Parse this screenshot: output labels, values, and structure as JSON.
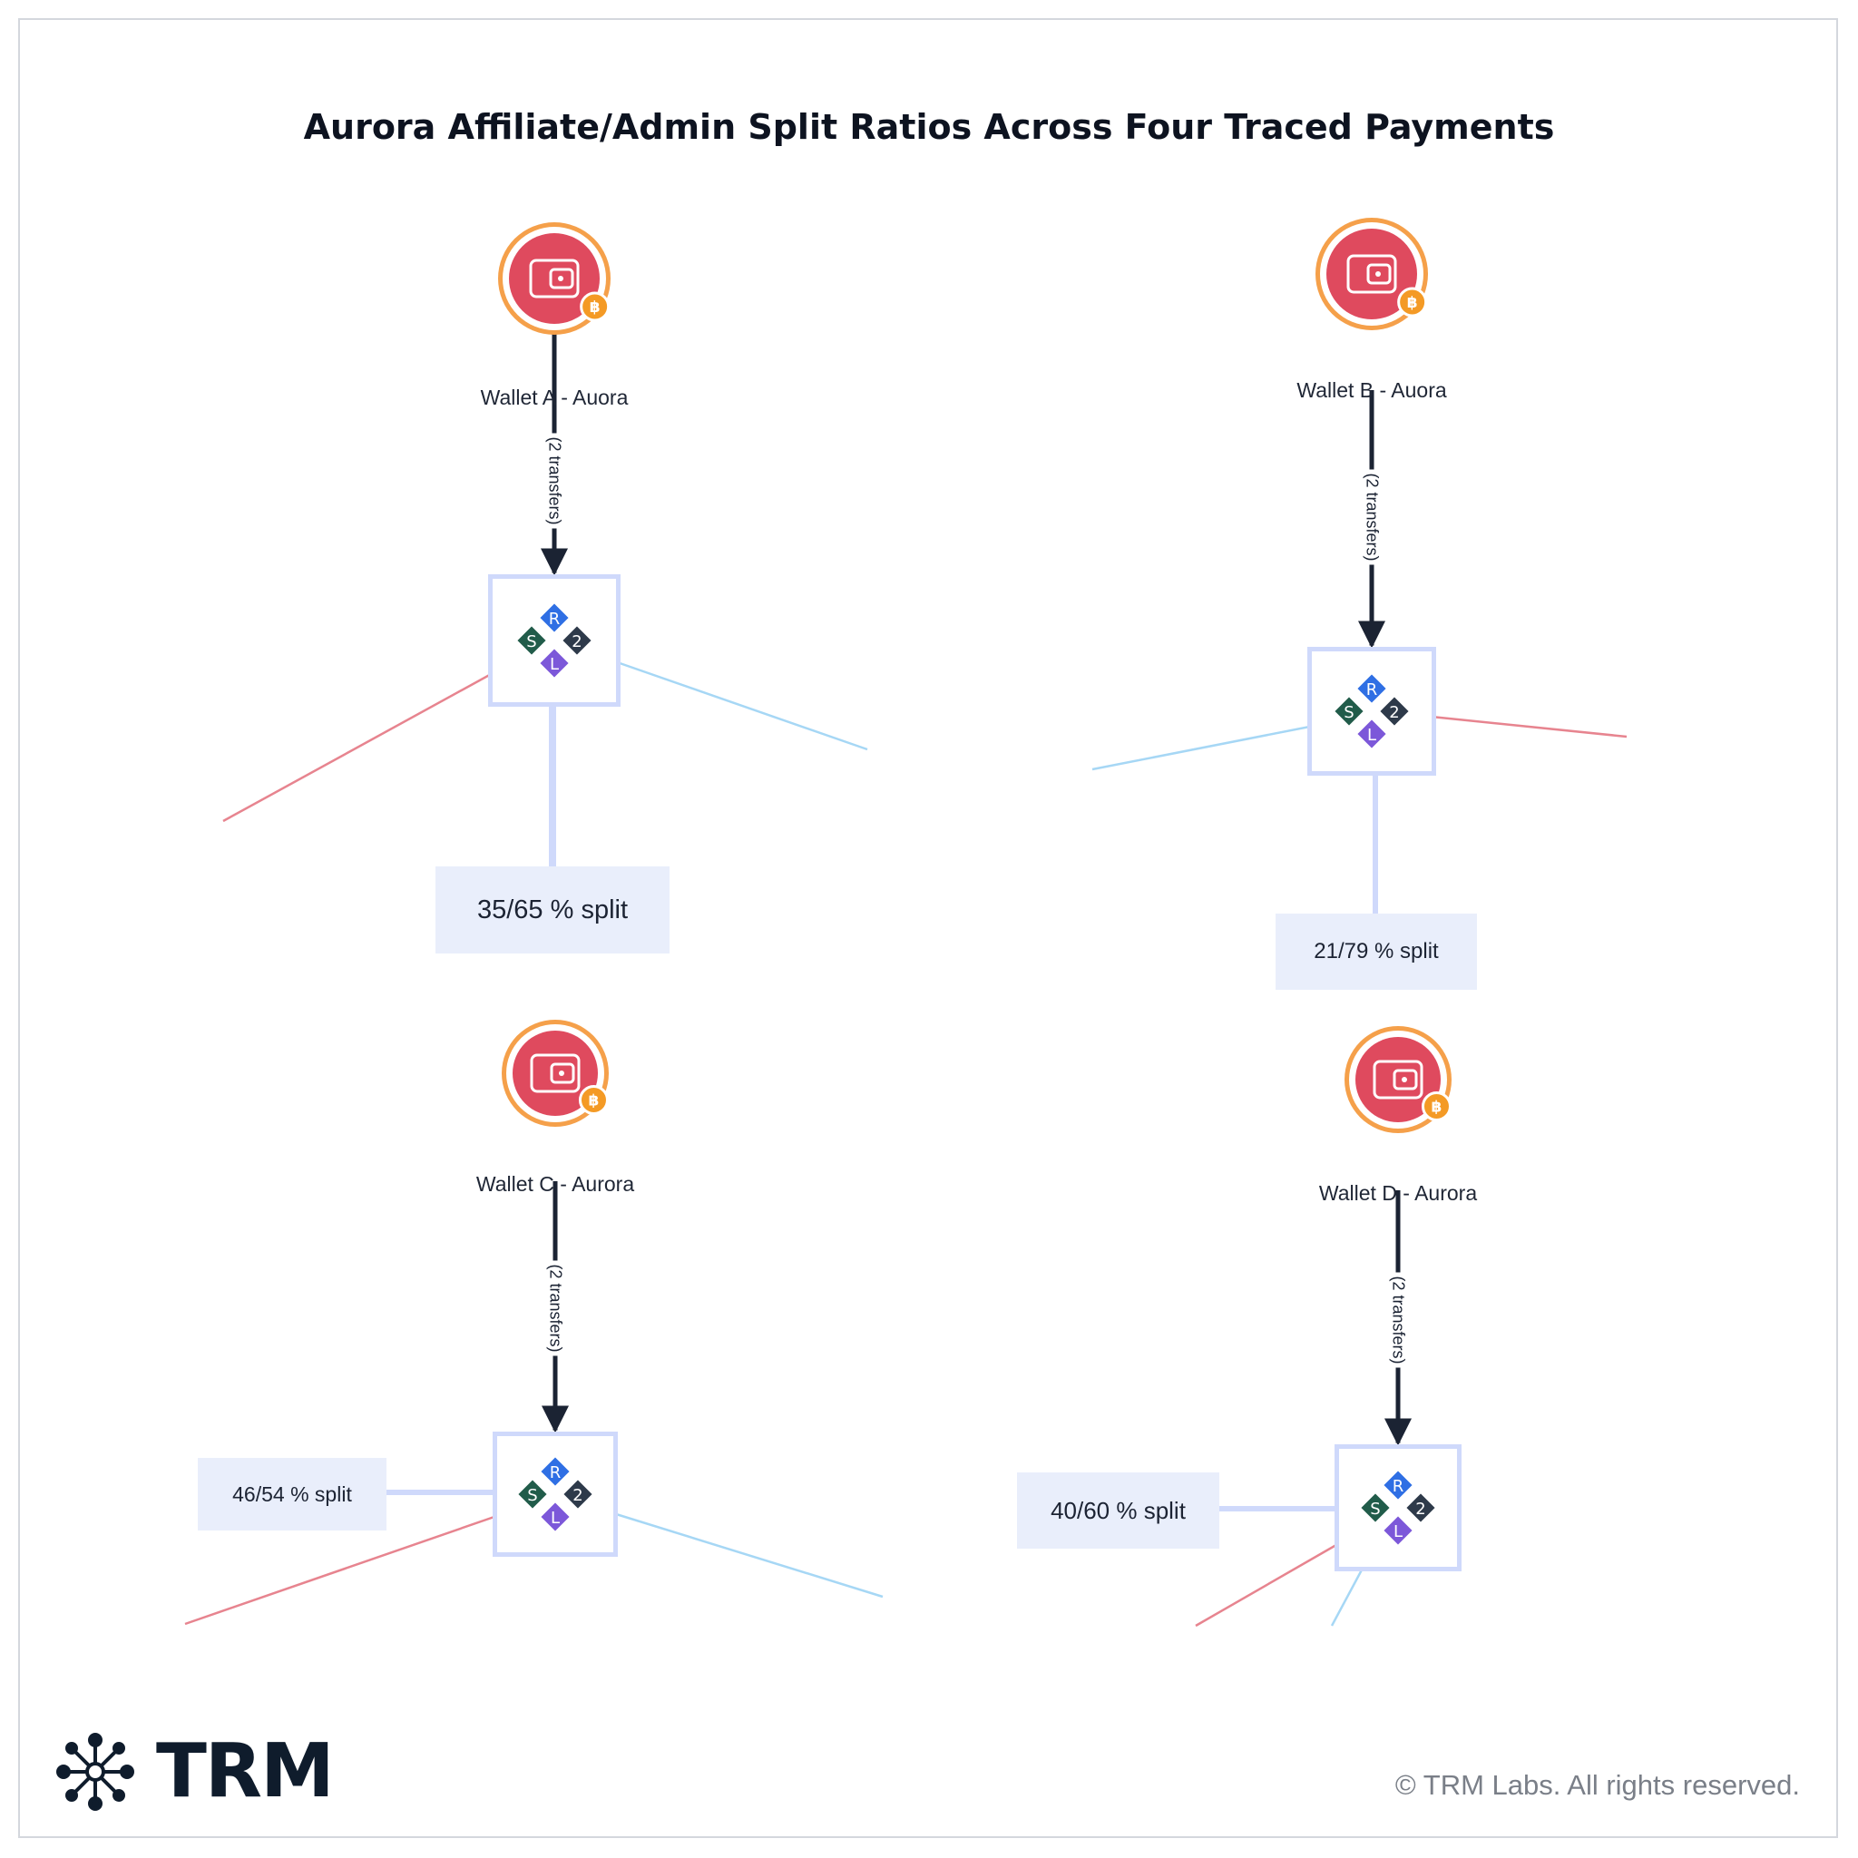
{
  "title": "Aurora Affiliate/Admin Split Ratios Across Four Traced Payments",
  "icons": {
    "wallet": "wallet-icon",
    "bitcoin": "bitcoin-badge-icon",
    "mixer": "risk-category-diamond-icon"
  },
  "diamond_letters": [
    "R",
    "2",
    "L",
    "S"
  ],
  "diamond_colors": [
    "#2f6fe4",
    "#2e3a4a",
    "#7c58d9",
    "#215c4a"
  ],
  "colors": {
    "wallet_fill": "#df4a5e",
    "wallet_ring": "#f5a04a",
    "bitcoin": "#f49a25",
    "node_border": "#cfd9fb",
    "split_bg": "#e9eefb",
    "edge_red": "#e7848f",
    "edge_blue": "#a6d7f5",
    "edge_dark": "#1b2333"
  },
  "payments": [
    {
      "wallet_label": "Wallet A - Auora",
      "transfers": "(2 transfers)",
      "split": "35/65 % split"
    },
    {
      "wallet_label": "Wallet B - Auora",
      "transfers": "(2 transfers)",
      "split": "21/79 % split"
    },
    {
      "wallet_label": "Wallet C - Aurora",
      "transfers": "(2 transfers)",
      "split": "46/54 % split"
    },
    {
      "wallet_label": "Wallet D - Aurora",
      "transfers": "(2 transfers)",
      "split": "40/60 % split"
    }
  ],
  "footer": {
    "brand": "TRM",
    "copyright": "© TRM Labs. All rights reserved."
  }
}
